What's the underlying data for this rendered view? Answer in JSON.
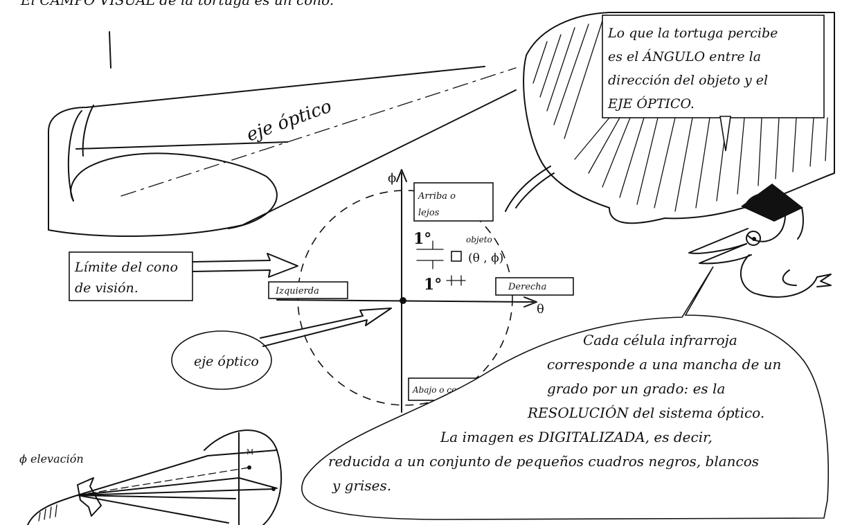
{
  "header_text": "El CAMPO VISUAL de la tortuga es un cono.",
  "optical_axis_label": "eje óptico",
  "speech_top": [
    "Lo que la tortuga percibe",
    "es el ÁNGULO entre la",
    "dirección del objeto y el",
    "EJE ÓPTICO."
  ],
  "cone_limit_label": [
    "Límite del cono",
    "de visión."
  ],
  "axis_bubble_label": "eje óptico",
  "diagram": {
    "phi_symbol": "ϕ",
    "theta_symbol": "θ",
    "up_label": [
      "Arriba o",
      "lejos"
    ],
    "down_label": "Abajo o cerca.",
    "left_label": "Izquierda",
    "right_label": "Derecha",
    "object_label": "objeto",
    "object_coords": "(θ , ϕ)",
    "degree_marks": [
      "1°",
      "1°"
    ]
  },
  "speech_bottom": [
    "Cada célula infrarroja",
    "corresponde a una mancha de un",
    "grado por un grado: es la",
    "RESOLUCIÓN del sistema óptico.",
    "La imagen es DIGITALIZADA, es decir,",
    "reducida a un conjunto de pequeños cuadros negros, blancos",
    "y grises."
  ],
  "elevation_label": "ϕ elevación",
  "point_label": "M"
}
